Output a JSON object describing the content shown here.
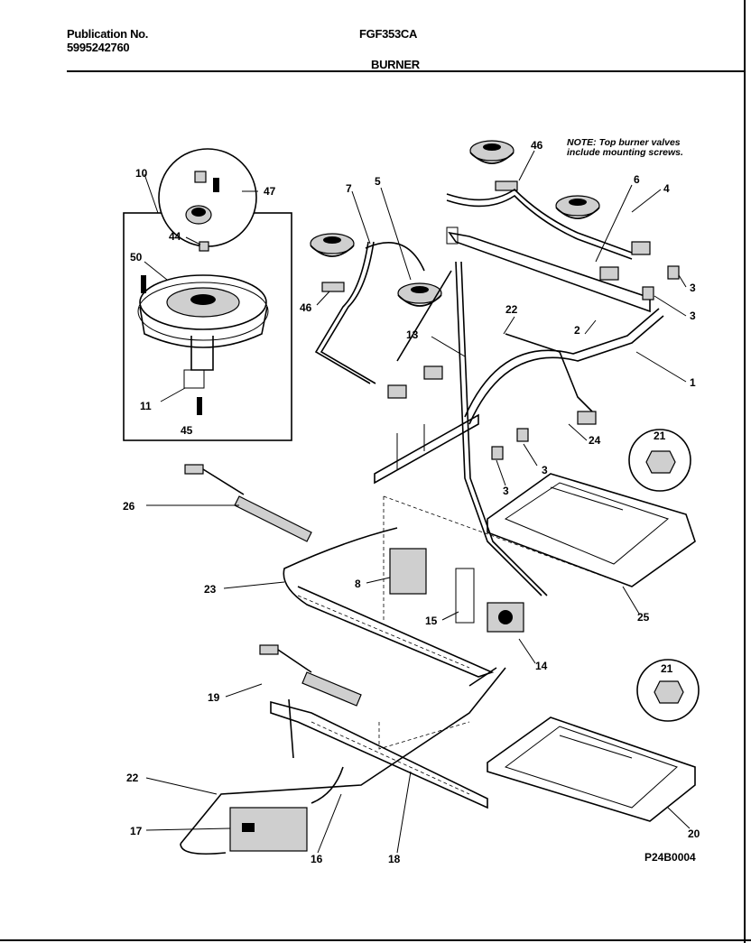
{
  "header": {
    "publication_label": "Publication No.",
    "publication_number": "5995242760",
    "model": "FGF353CA",
    "section": "BURNER"
  },
  "note": "NOTE: Top burner valves include mounting screws.",
  "diagram_code": "P24B0004",
  "callouts": {
    "c1": "1",
    "c2": "2",
    "c3a": "3",
    "c3b": "3",
    "c3c": "3",
    "c3d": "3",
    "c4": "4",
    "c5": "5",
    "c6": "6",
    "c7": "7",
    "c8": "8",
    "c10": "10",
    "c11": "11",
    "c13": "13",
    "c14": "14",
    "c15": "15",
    "c16": "16",
    "c17": "17",
    "c18": "18",
    "c19": "19",
    "c20": "20",
    "c21a": "21",
    "c21b": "21",
    "c22a": "22",
    "c22b": "22",
    "c23": "23",
    "c24": "24",
    "c25": "25",
    "c26": "26",
    "c44": "44",
    "c45": "45",
    "c46a": "46",
    "c46b": "46",
    "c47": "47",
    "c50": "50"
  }
}
